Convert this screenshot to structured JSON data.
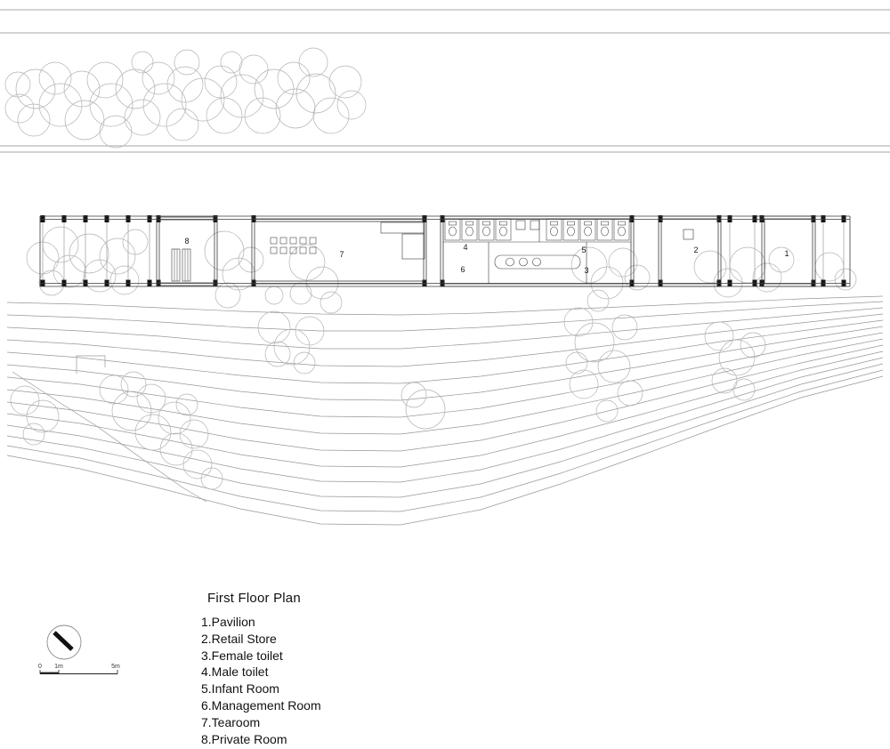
{
  "drawing": {
    "title": "First Floor Plan",
    "legend": [
      "1.Pavilion",
      "2.Retail Store",
      "3.Female toilet",
      "4.Male toilet",
      "5.Infant Room",
      "6.Management Room",
      "7.Tearoom",
      "8.Private Room"
    ],
    "room_labels": {
      "pavilion": "1",
      "retail": "2",
      "female_toilet": "3",
      "male_toilet": "4",
      "infant": "5",
      "management": "6",
      "tearoom": "7",
      "private": "8"
    },
    "scale_bar": {
      "labels": [
        "0",
        "1m",
        "5m"
      ]
    },
    "colors": {
      "ink": "#161616",
      "building_line": "#3a3a3a",
      "tree_line": "#b3b3b3",
      "contour_line": "#979797",
      "background": "#ffffff"
    }
  }
}
